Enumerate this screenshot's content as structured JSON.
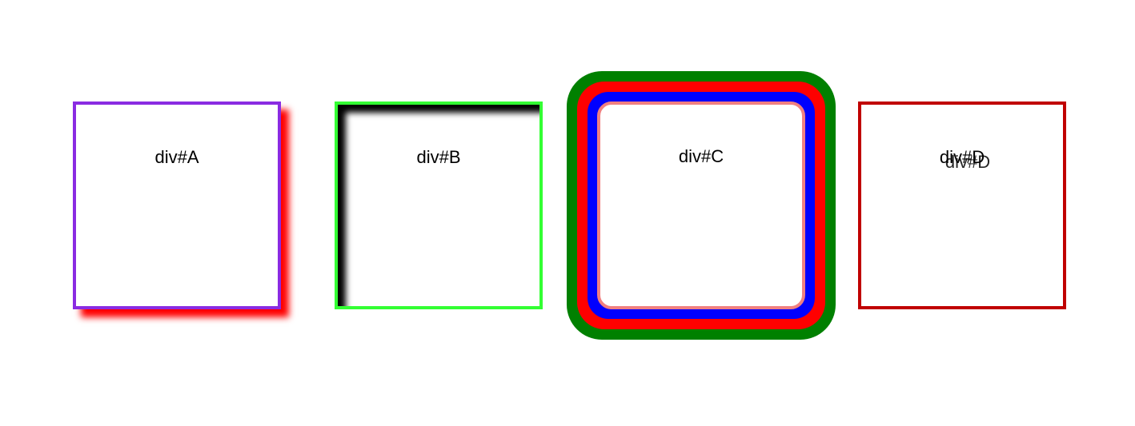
{
  "boxes": {
    "a": {
      "label": "div#A",
      "border_color": "#8a2be2",
      "shadow_color": "#ff0000"
    },
    "b": {
      "label": "div#B",
      "border_color": "#33ff33",
      "inset_shadow_color": "#000000"
    },
    "c": {
      "label": "div#C",
      "ring_colors": [
        "#008000",
        "#ff0000",
        "#0000ff",
        "#f08080"
      ]
    },
    "d": {
      "label": "div#D",
      "label_duplicate": "div#D",
      "border_color": "#c00000"
    }
  }
}
